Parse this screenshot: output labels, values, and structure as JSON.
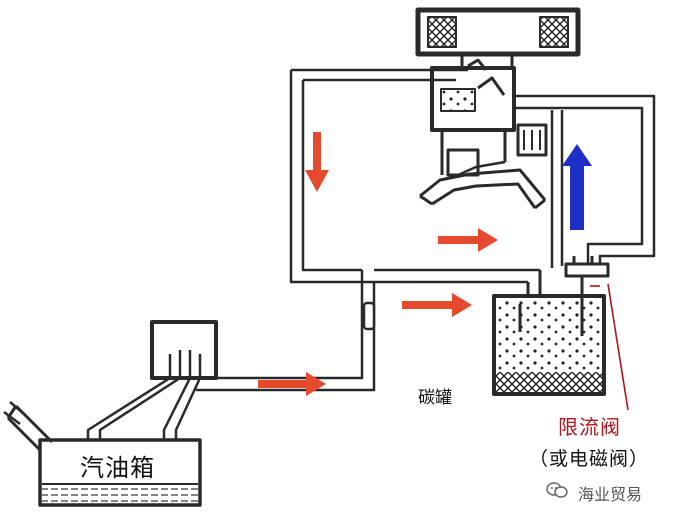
{
  "labels": {
    "fuel_tank": "汽油箱",
    "canister": "碳罐",
    "limit_valve": "限流阀",
    "solenoid_alt": "（或电磁阀）",
    "watermark": "海业贸易"
  },
  "colors": {
    "line": "#2a2a2a",
    "flow_arrow": "#e64a2e",
    "fresh_air_arrow": "#1d2fc4",
    "valve_label": "#b0141c"
  },
  "icons": {
    "watermark_logo": "wechat-icon"
  }
}
